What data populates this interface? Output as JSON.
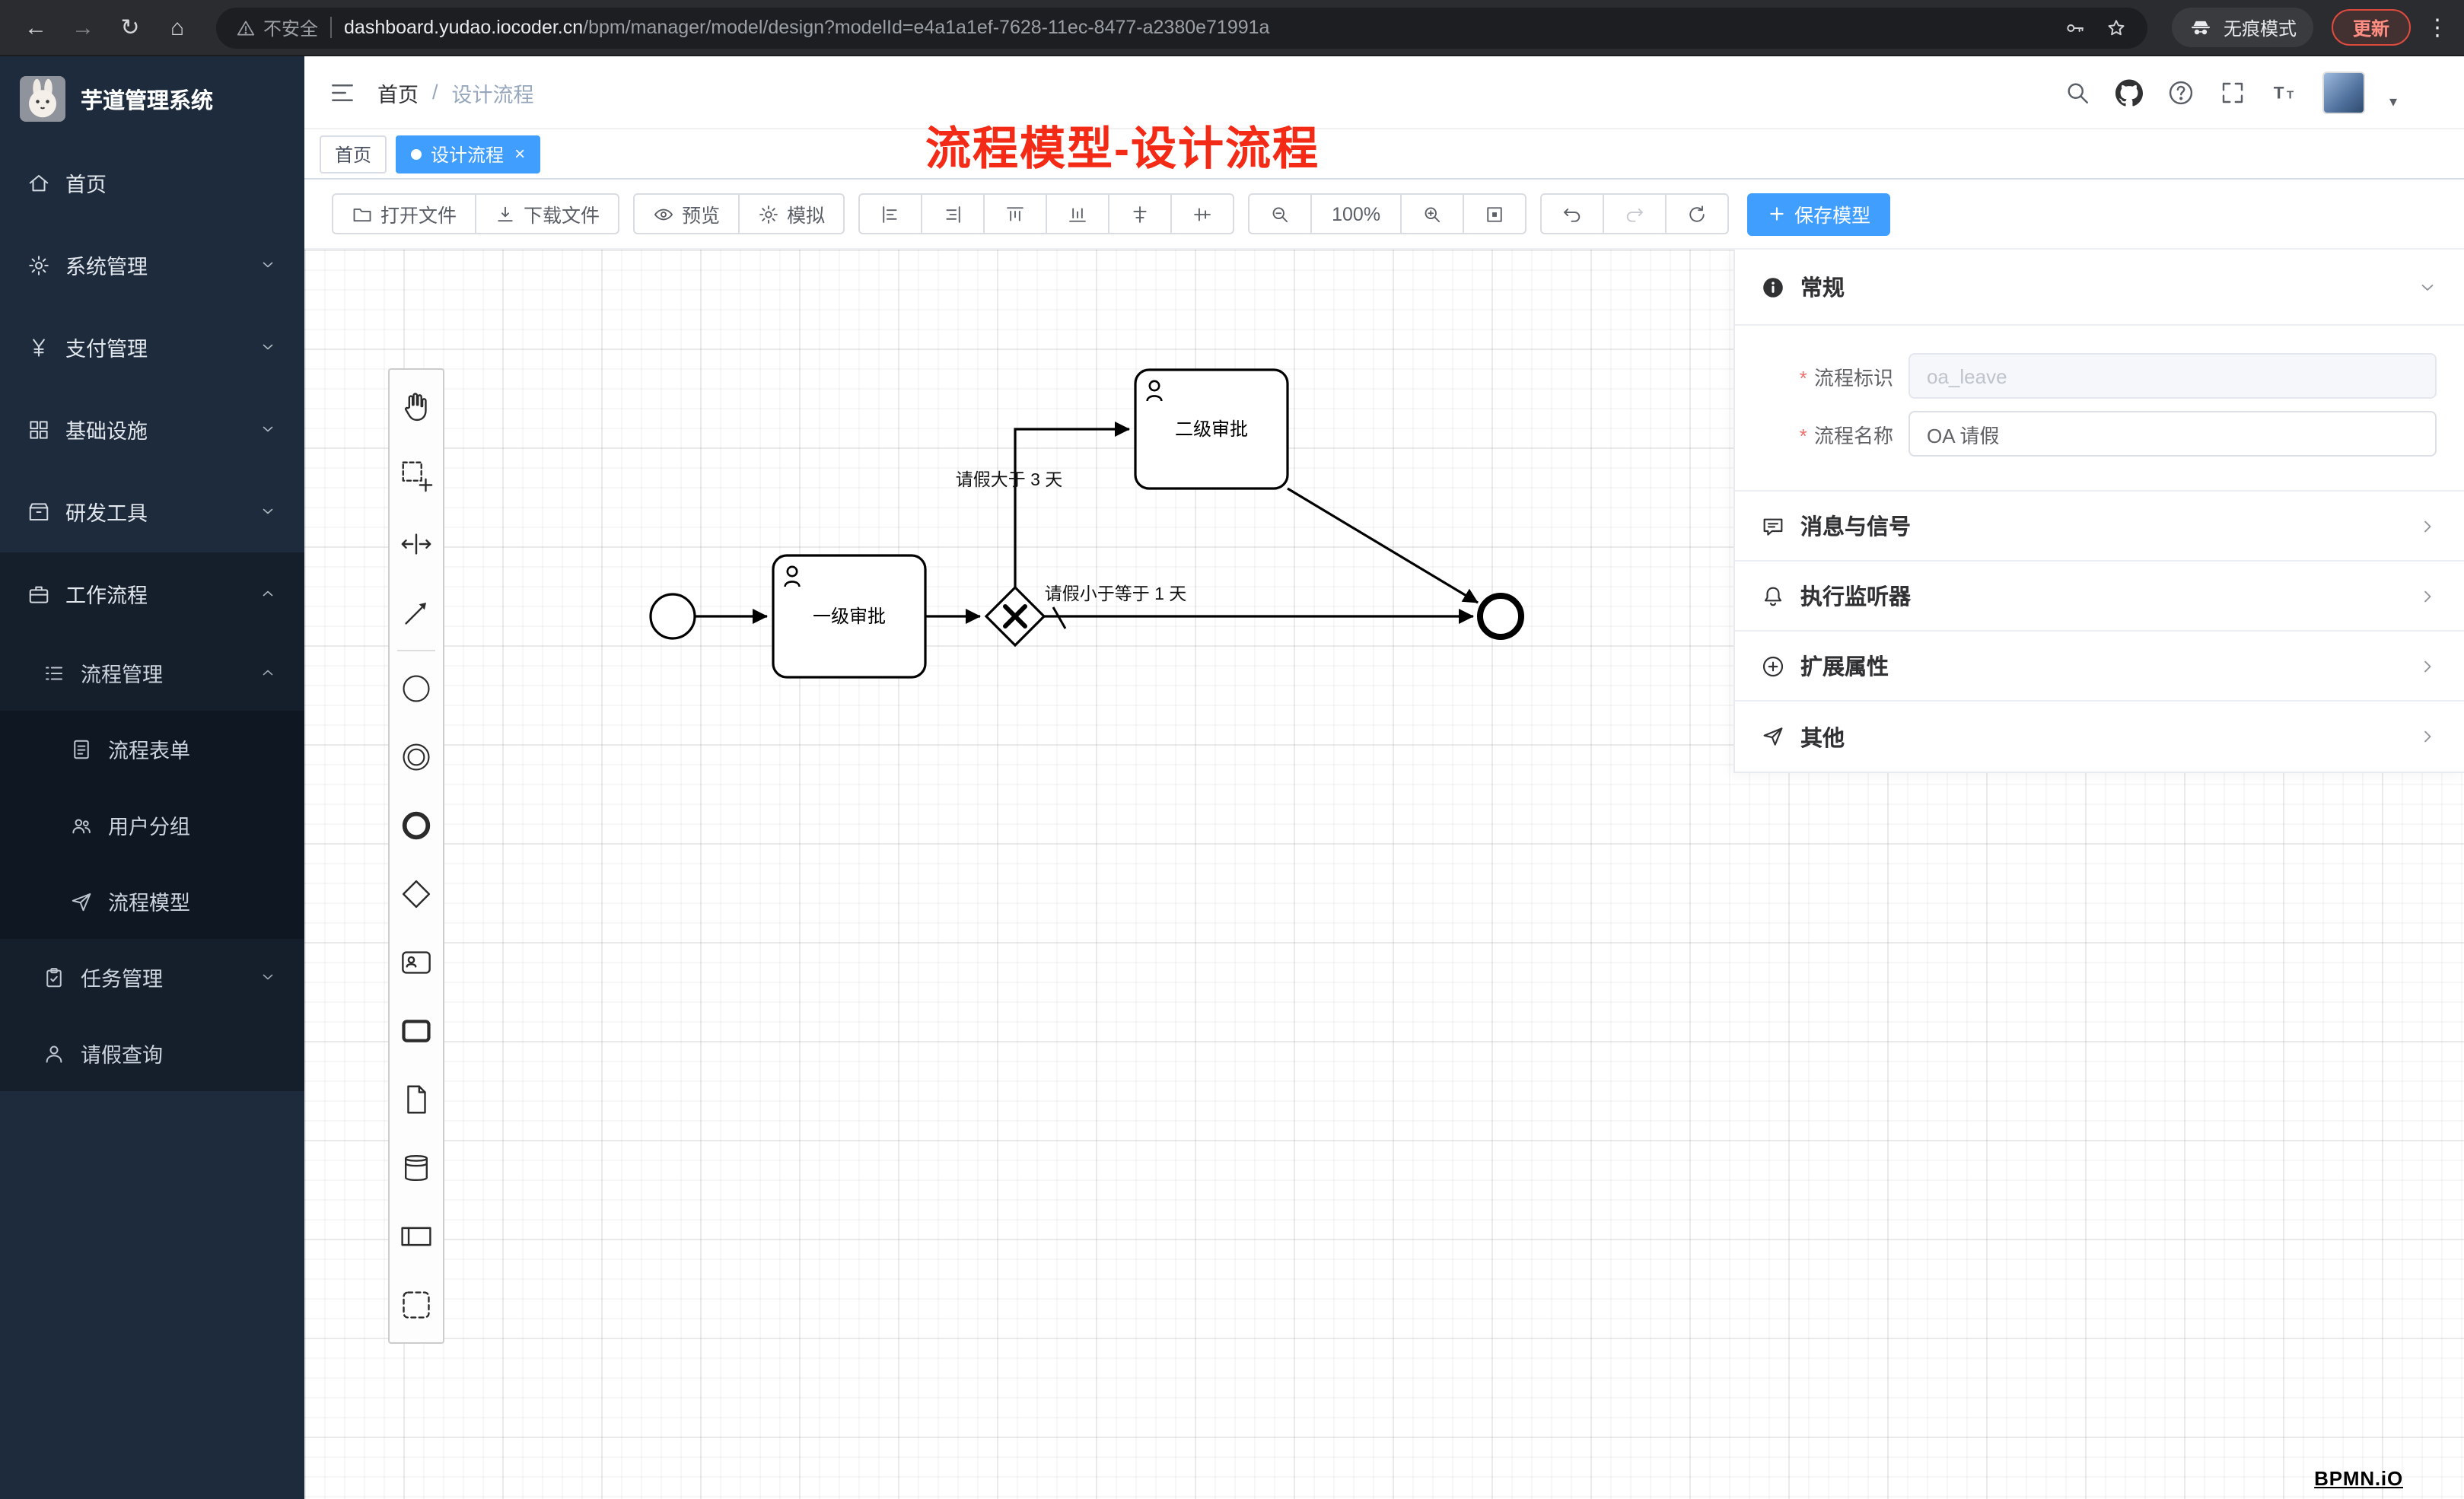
{
  "browser": {
    "security": "不安全",
    "domain": "dashboard.yudao.iocoder.cn",
    "path": "/bpm/manager/model/design?modelId=e4a1a1ef-7628-11ec-8477-a2380e71991a",
    "incognito": "无痕模式",
    "update": "更新"
  },
  "sidebar": {
    "title": "芋道管理系统",
    "items": [
      {
        "label": "首页"
      },
      {
        "label": "系统管理"
      },
      {
        "label": "支付管理"
      },
      {
        "label": "基础设施"
      },
      {
        "label": "研发工具"
      },
      {
        "label": "工作流程"
      },
      {
        "label": "流程管理"
      },
      {
        "label": "流程表单"
      },
      {
        "label": "用户分组"
      },
      {
        "label": "流程模型"
      },
      {
        "label": "任务管理"
      },
      {
        "label": "请假查询"
      }
    ]
  },
  "header": {
    "breadcrumb_root": "首页",
    "breadcrumb_sep": "/",
    "breadcrumb_current": "设计流程",
    "annotation": "流程模型-设计流程"
  },
  "tabs": {
    "items": [
      {
        "label": "首页"
      },
      {
        "label": "设计流程"
      }
    ]
  },
  "toolbar": {
    "open_file": "打开文件",
    "download_file": "下载文件",
    "preview": "预览",
    "simulate": "模拟",
    "zoom": "100%",
    "save": "保存模型"
  },
  "panel": {
    "general_title": "常规",
    "required_mark": "*",
    "fields": [
      {
        "label": "流程标识",
        "value": "oa_leave"
      },
      {
        "label": "流程名称",
        "value": "OA 请假"
      }
    ],
    "sections": [
      {
        "title": "消息与信号"
      },
      {
        "title": "执行监听器"
      },
      {
        "title": "扩展属性"
      },
      {
        "title": "其他"
      }
    ]
  },
  "diagram": {
    "task1": "一级审批",
    "task2": "二级审批",
    "flow_gt3": "请假大于 3 天",
    "flow_le1": "请假小于等于 1 天"
  },
  "brand": "BPMN.iO"
}
